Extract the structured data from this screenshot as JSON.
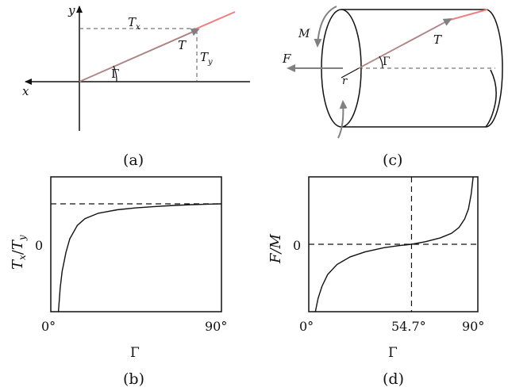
{
  "panel_a": {
    "caption": "(a)",
    "labels": {
      "y": "y",
      "x": "x",
      "Tx": "T",
      "Tx_sub": "x",
      "T": "T",
      "Ty": "T",
      "Ty_sub": "y",
      "Gamma": "Γ"
    }
  },
  "panel_c": {
    "caption": "(c)",
    "labels": {
      "M": "M",
      "F": "F",
      "r": "r",
      "T": "T",
      "Gamma": "Γ"
    }
  },
  "chart_data": [
    {
      "panel": "(b)",
      "type": "line",
      "xlabel": "Γ",
      "ylabel": "T_x / T_y",
      "ylabel_parts": {
        "a": "T",
        "a_sub": "x",
        "slash": "/",
        "b": "T",
        "b_sub": "y"
      },
      "xticks": [
        "0°",
        "90°"
      ],
      "yticks": [
        "0"
      ],
      "xlim": [
        0,
        90
      ],
      "ylim": [
        -4,
        1
      ],
      "reference_lines": {
        "horizontal_y": 0,
        "vertical_x": null
      },
      "x": [
        4.0,
        5,
        6,
        8,
        10,
        14,
        18,
        25,
        35,
        45,
        55,
        65,
        75,
        85,
        90
      ],
      "y": [
        -4.0,
        -3.1,
        -2.5,
        -1.8,
        -1.3,
        -0.8,
        -0.55,
        -0.35,
        -0.22,
        -0.15,
        -0.1,
        -0.06,
        -0.03,
        -0.01,
        0
      ]
    },
    {
      "panel": "(d)",
      "type": "line",
      "xlabel": "Γ",
      "ylabel": "F/M",
      "xticks": [
        "0°",
        "54.7°",
        "90°"
      ],
      "yticks": [
        "0"
      ],
      "xlim": [
        0,
        90
      ],
      "ylim": [
        -4,
        4
      ],
      "reference_lines": {
        "horizontal_y": 0,
        "vertical_x": 54.7
      },
      "x": [
        3.5,
        5,
        7,
        10,
        15,
        22,
        30,
        40,
        48,
        54.7,
        62,
        70,
        76,
        80,
        83,
        85,
        86.5,
        87.5
      ],
      "y": [
        -4.0,
        -3.2,
        -2.5,
        -1.8,
        -1.2,
        -0.75,
        -0.45,
        -0.2,
        -0.08,
        0,
        0.15,
        0.38,
        0.65,
        1.0,
        1.5,
        2.1,
        3.0,
        4.0
      ]
    }
  ],
  "captions": {
    "b": "(b)",
    "d": "(d)"
  },
  "colors": {
    "line_dark": "#111111",
    "highlight": "#f08080",
    "arrow_gray": "#808080",
    "dash": "#555555"
  }
}
